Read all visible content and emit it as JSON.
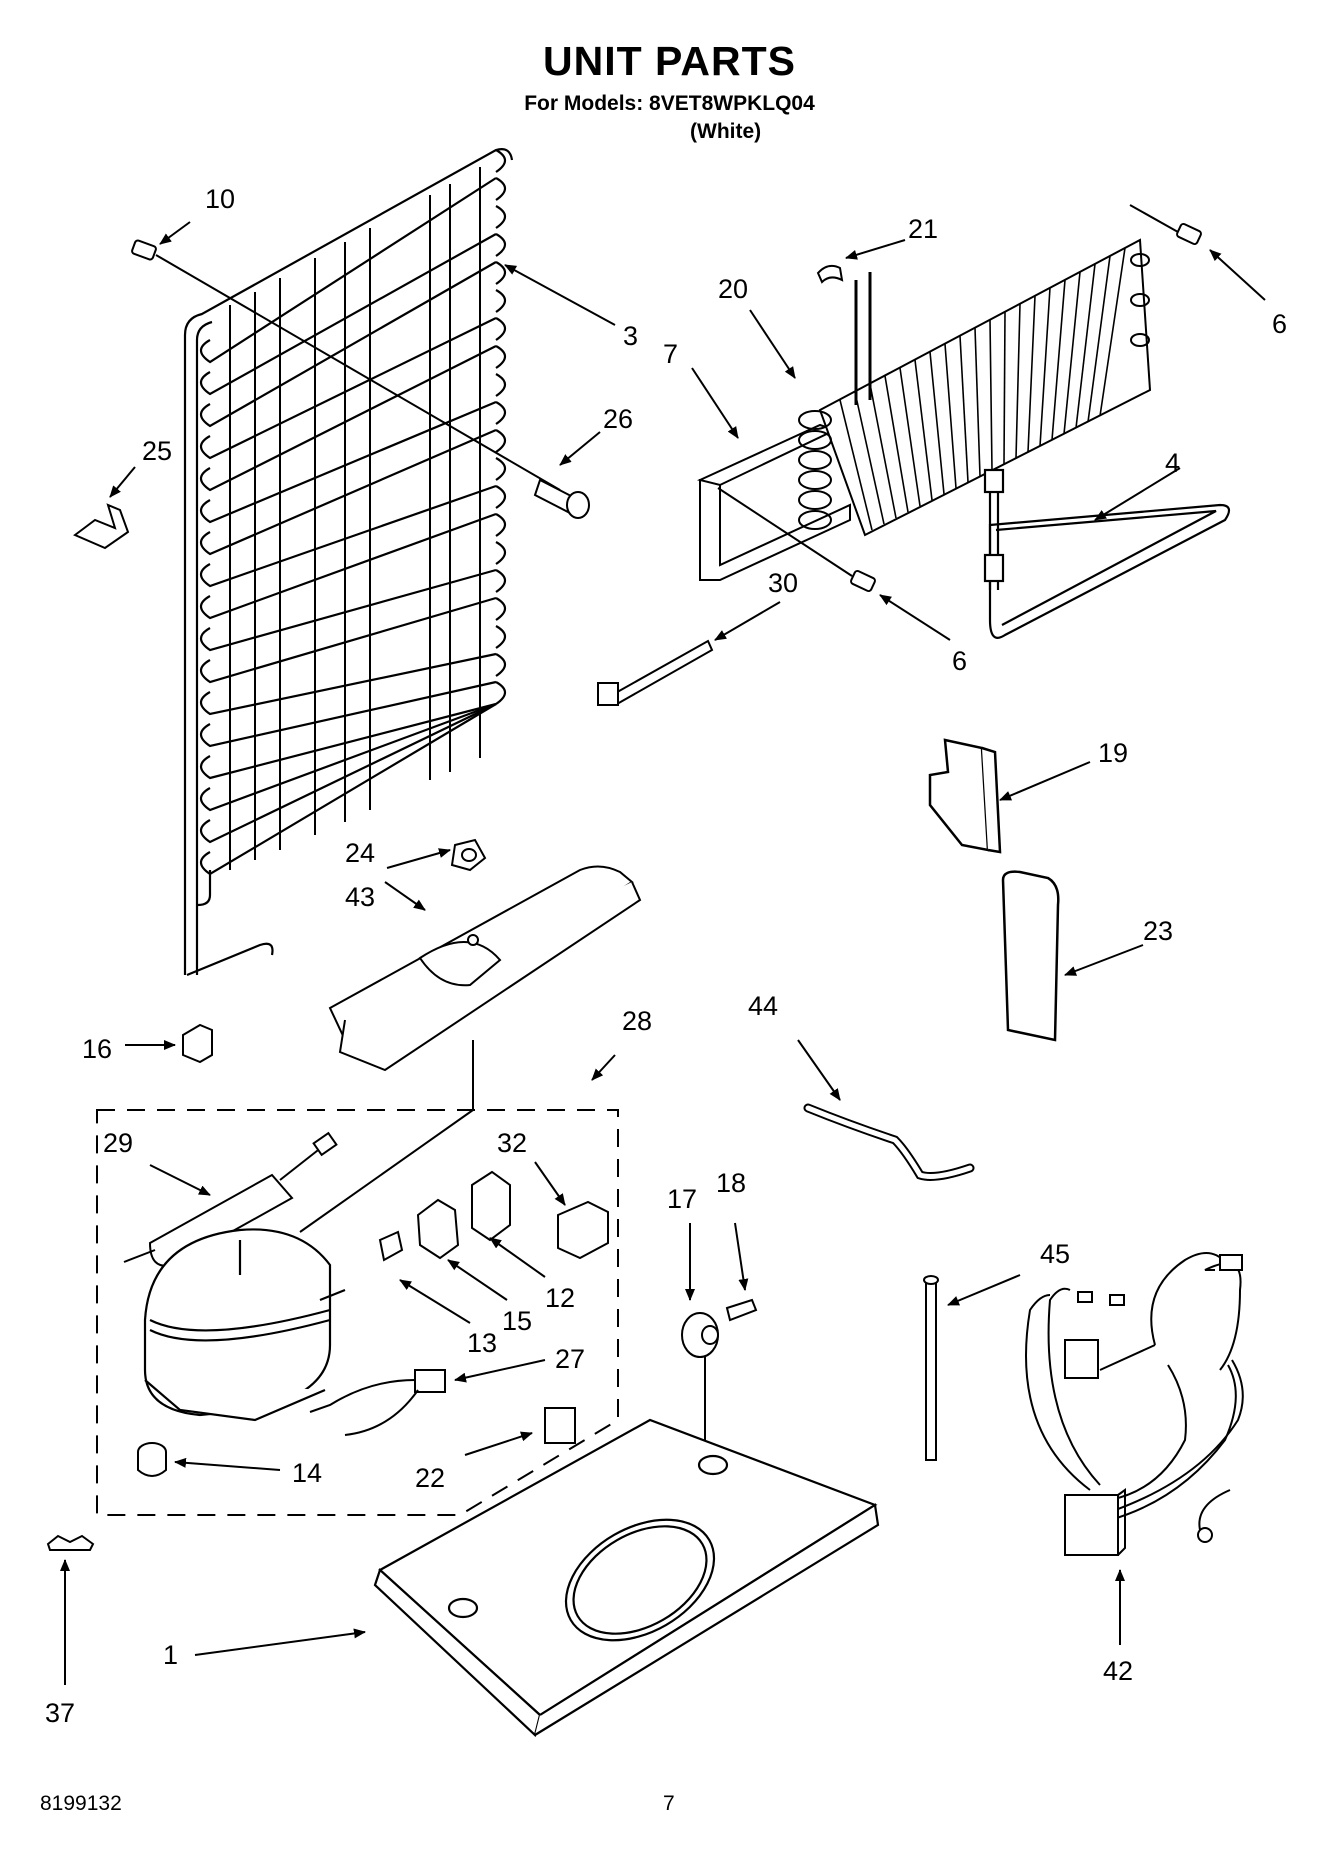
{
  "header": {
    "title": "UNIT PARTS",
    "models_line": "For Models: 8VET8WPKLQ04",
    "color_line": "(White)"
  },
  "footer": {
    "doc_number": "8199132",
    "page_number": "7"
  },
  "callouts": [
    "10",
    "3",
    "25",
    "26",
    "21",
    "20",
    "7",
    "6",
    "4",
    "30",
    "19",
    "24",
    "43",
    "23",
    "16",
    "28",
    "44",
    "29",
    "32",
    "17",
    "18",
    "12",
    "15",
    "13",
    "27",
    "14",
    "22",
    "45",
    "37",
    "1",
    "42"
  ]
}
